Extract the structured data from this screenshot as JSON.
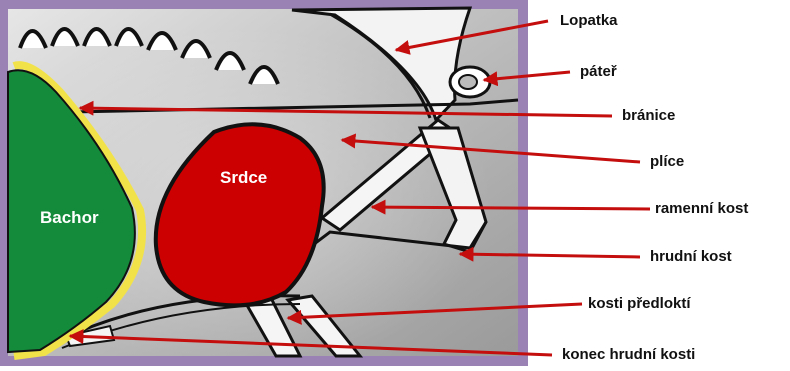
{
  "colors": {
    "frame": "#9b82b5",
    "rumen": "#138b3a",
    "heart": "#cc0000",
    "diaphragm": "#f2e24a",
    "arrow": "#c40d0d",
    "outline": "#111111"
  },
  "organs": {
    "rumen": "Bachor",
    "heart": "Srdce"
  },
  "labels": [
    "Lopatka",
    "páteř",
    "bránice",
    "plíce",
    "ramenní kost",
    "hrudní kost",
    "kosti předloktí",
    "konec hrudní kosti"
  ]
}
